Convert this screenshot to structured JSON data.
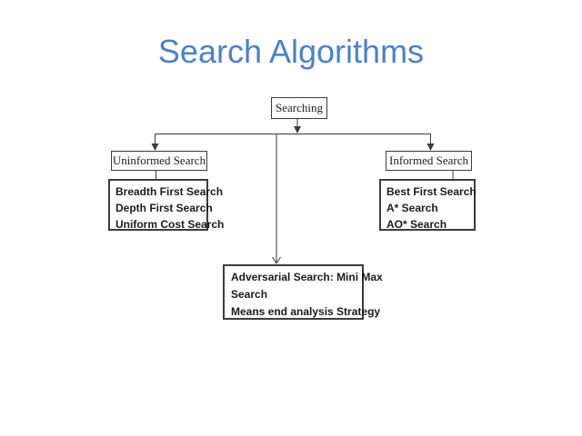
{
  "title": {
    "text": "Search Algorithms"
  },
  "colors": {
    "title": "#4d82c4",
    "line": "#3c3c3c",
    "text": "#1b1b1b"
  },
  "diagram": {
    "root": {
      "label": "Searching"
    },
    "left": {
      "header": "Uninformed Search",
      "items": [
        "Breadth First Search",
        "Depth First Search",
        "Uniform Cost Search"
      ]
    },
    "right": {
      "header": "Informed Search",
      "items": [
        "Best First Search",
        "A* Search",
        "AO* Search"
      ]
    },
    "bottom": {
      "lines": [
        "Adversarial Search: Mini Max",
        "Search",
        "Means end analysis Strategy"
      ]
    }
  }
}
